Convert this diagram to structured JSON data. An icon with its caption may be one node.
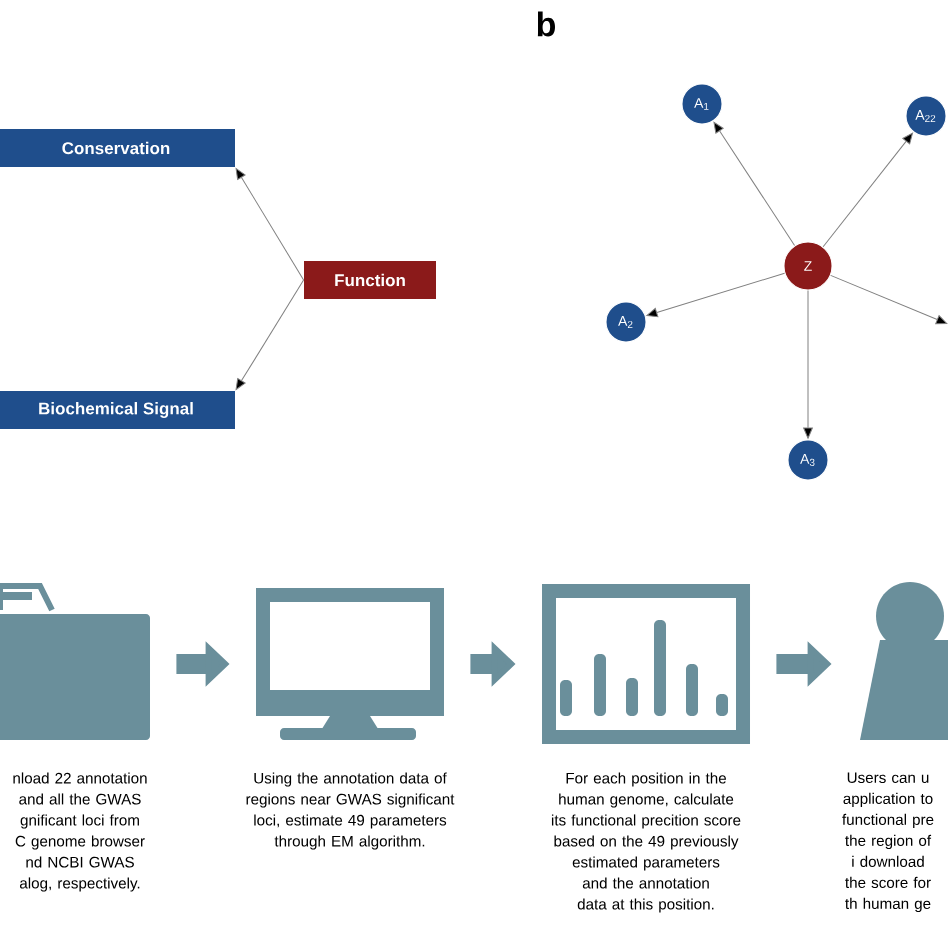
{
  "diagram": {
    "nodes": [
      {
        "text": [
          "Conservation"
        ]
      },
      {
        "text": [
          "Function"
        ]
      },
      {
        "text": [
          "Biochemical Signal"
        ]
      },
      {
        "text": [
          "A$_{1}$"
        ]
      },
      {
        "text": [
          "A$_{22}$"
        ]
      },
      {
        "text": [
          "Z"
        ]
      },
      {
        "text": [
          "A$_{2}$"
        ]
      },
      {
        "text": [
          "A$_{3}$"
        ]
      },
      {
        "text": [],
        "shape": "folder",
        "beside": [
          "nload 22 annotation and all the GWAS gnificant loci from C genome browser nd NCBI GWAS alog, respectively."
        ]
      },
      {
        "text": [],
        "shape": "monitor",
        "beside": [
          "Using the annotation data of regions near GWAS significant loci, estimate 49 parameters through EM algorithm."
        ]
      },
      {
        "text": [],
        "shape": "chart",
        "beside": [
          "For each position in the human genome, calculate its functional precition score based on the 49 previously estimated parameters and the annotation data at this position."
        ]
      },
      {
        "text": [],
        "shape": "person",
        "beside": [
          "Users can u application to functional pre the region of i download the score for th human ge"
        ]
      }
    ],
    "edges": [
      {
        "from": 1,
        "to": 0,
        "arrow": "to"
      },
      {
        "from": 1,
        "to": 2,
        "arrow": "to"
      },
      {
        "from": 5,
        "to": 3,
        "arrow": "to"
      },
      {
        "from": 5,
        "to": 4,
        "arrow": "to"
      },
      {
        "from": 5,
        "to": 6,
        "arrow": "to"
      },
      {
        "from": 5,
        "to": 7,
        "arrow": "to"
      },
      {
        "from": 5,
        "to": null,
        "arrow": "to"
      },
      {
        "from": 8,
        "to": 9,
        "arrow": "to",
        "style": "thick",
        "color": "#6a8f9b"
      },
      {
        "from": 9,
        "to": 10,
        "arrow": "to",
        "style": "thick",
        "color": "#6a8f9b"
      },
      {
        "from": 10,
        "to": 11,
        "arrow": "to",
        "style": "thick",
        "color": "#6a8f9b"
      }
    ],
    "labels": [
      "b"
    ]
  }
}
